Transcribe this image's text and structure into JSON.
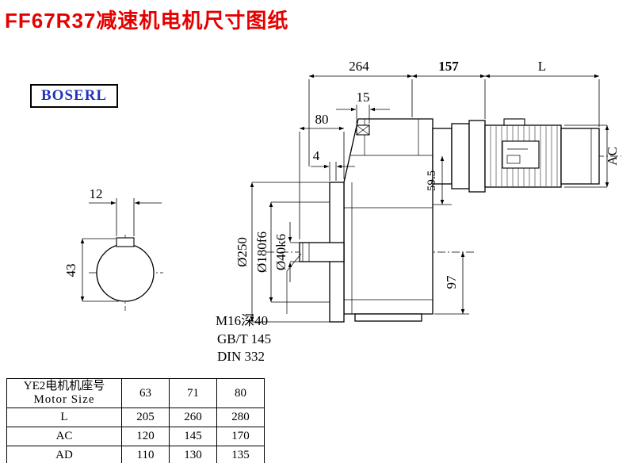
{
  "page": {
    "title": "FF67R37减速机电机尺寸图纸",
    "brand": "BOSERL",
    "colors": {
      "title_red": "#e60000",
      "brand_blue": "#2233bb"
    }
  },
  "drawing": {
    "dimensions": {
      "gearbox_length": "264",
      "motor_adapter_length": "157",
      "motor_length": "L",
      "boss_width": "15",
      "shaft_to_flange": "80",
      "flange_lip": "4",
      "keyway_width": "12",
      "keyway_height": "43",
      "flange_dia": "Ø250",
      "spigot_dia": "Ø180f6",
      "shaft_dia": "Ø40k6",
      "axis_offset": "59.5",
      "axis_to_base": "97",
      "motor_height": "AC"
    },
    "notes": [
      "M16深40",
      "GB/T 145",
      "DIN 332"
    ]
  },
  "table": {
    "header_cn": "YE2电机机座号",
    "header_en": "Motor Size",
    "sizes": [
      "63",
      "71",
      "80"
    ],
    "rows": [
      {
        "label": "L",
        "values": [
          "205",
          "260",
          "280"
        ]
      },
      {
        "label": "AC",
        "values": [
          "120",
          "145",
          "170"
        ]
      },
      {
        "label": "AD",
        "values": [
          "110",
          "130",
          "135"
        ]
      }
    ]
  }
}
